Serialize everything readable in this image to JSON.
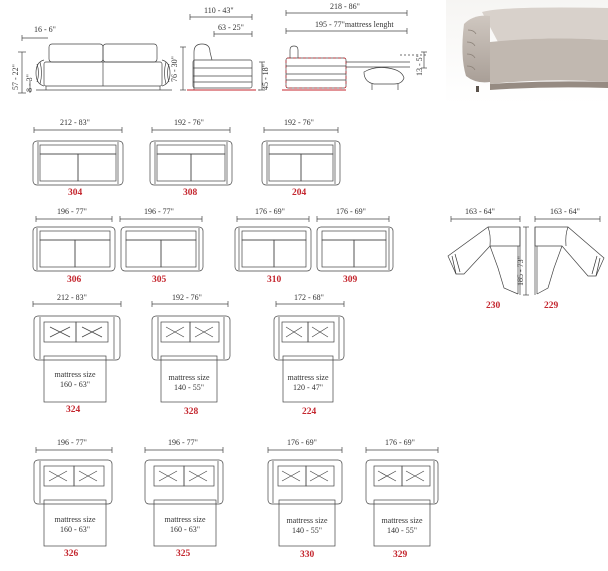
{
  "colors": {
    "code": "#c4262e",
    "line": "#444444",
    "dim": "#333333",
    "accent_red": "#c4262e"
  },
  "header": {
    "overall_width": "16 - 6\"",
    "height_total": "57 - 22\"",
    "seat_height": "8 - 3\"",
    "side_depth": "110 - 43\"",
    "side_seat_depth": "63 - 25\"",
    "side_height": "76 - 30\"",
    "side_arm_height": "45 - 18\"",
    "bed_length": "218 - 86\"",
    "mattress_length": "195 - 77\"mattress lenght",
    "mattress_height": "13 - 5\""
  },
  "row1": [
    {
      "dim": "212 - 83\"",
      "code": "304"
    },
    {
      "dim": "192 - 76\"",
      "code": "308"
    },
    {
      "dim": "192 - 76\"",
      "code": "204"
    }
  ],
  "row2": [
    {
      "dim": "196 - 77\"",
      "code": "306"
    },
    {
      "dim": "196 - 77\"",
      "code": "305"
    },
    {
      "dim": "176 - 69\"",
      "code": "310"
    },
    {
      "dim": "176 - 69\"",
      "code": "309"
    }
  ],
  "corner": {
    "left_dim": "163 - 64\"",
    "right_dim": "163 - 64\"",
    "depth": "185 - 73\"",
    "left_code": "230",
    "right_code": "229"
  },
  "row3": [
    {
      "dim": "212 - 83\"",
      "code": "324",
      "mattress_label": "mattress size",
      "mattress": "160 - 63\""
    },
    {
      "dim": "192 - 76\"",
      "code": "328",
      "mattress_label": "mattress size",
      "mattress": "140 - 55\""
    },
    {
      "dim": "172 - 68\"",
      "code": "224",
      "mattress_label": "mattress size",
      "mattress": "120 - 47\""
    }
  ],
  "row4": [
    {
      "dim": "196 - 77\"",
      "code": "326",
      "mattress_label": "mattress size",
      "mattress": "160 - 63\""
    },
    {
      "dim": "196 - 77\"",
      "code": "325",
      "mattress_label": "mattress size",
      "mattress": "160 - 63\""
    },
    {
      "dim": "176 - 69\"",
      "code": "330",
      "mattress_label": "mattress size",
      "mattress": "140 - 55\""
    },
    {
      "dim": "176 - 69\"",
      "code": "329",
      "mattress_label": "mattress size",
      "mattress": "140 - 55\""
    }
  ]
}
